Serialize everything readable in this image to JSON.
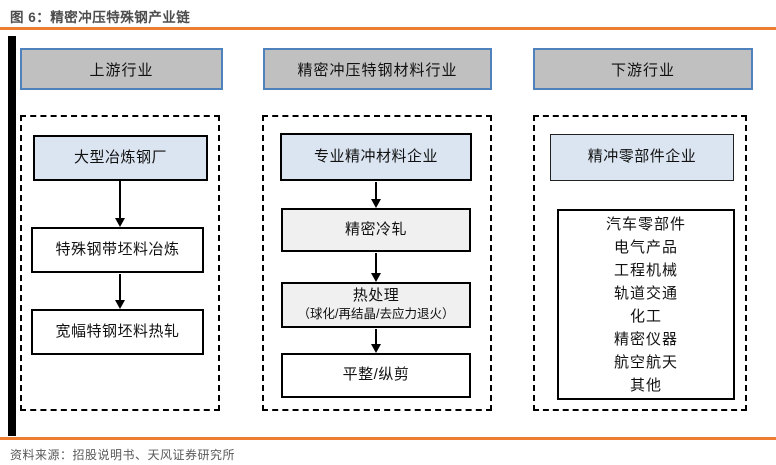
{
  "figure": {
    "title": "图 6：精密冲压特殊钢产业链",
    "source": "资料来源：招股说明书、天风证券研究所"
  },
  "colors": {
    "accent_orange": "#ED7D31",
    "header_fill": "#C0C0C0",
    "header_border": "#4F81BD",
    "blue_box_fill": "#DBE5F1",
    "gray_box_fill": "#F0F0F0"
  },
  "columns": [
    {
      "header": "上游行业",
      "boxes": [
        {
          "label": "大型冶炼钢厂"
        },
        {
          "label": "特殊钢带坯料冶炼"
        },
        {
          "label": "宽幅特钢坯料热轧"
        }
      ]
    },
    {
      "header": "精密冲压特钢材料行业",
      "boxes": [
        {
          "label": "专业精冲材料企业"
        },
        {
          "label": "精密冷轧"
        },
        {
          "label": "热处理",
          "sublabel": "（球化/再结晶/去应力退火）"
        },
        {
          "label": "平整/纵剪"
        }
      ]
    },
    {
      "header": "下游行业",
      "boxes": [
        {
          "label": "精冲零部件企业"
        },
        {
          "list": [
            "汽车零部件",
            "电气产品",
            "工程机械",
            "轨道交通",
            "化工",
            "精密仪器",
            "航空航天",
            "其他"
          ]
        }
      ]
    }
  ]
}
